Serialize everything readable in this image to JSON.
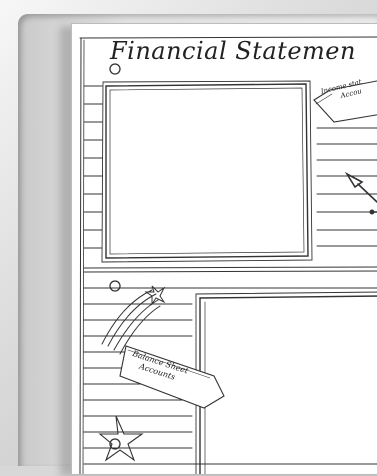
{
  "worksheet": {
    "title": "Financial Statemen",
    "income_tag": {
      "line1": "Income stat",
      "line2": "Accou"
    },
    "balance_tag": {
      "line1": "Balance Sheet",
      "line2": "Accounts"
    }
  },
  "colors": {
    "ink": "#222222",
    "paper": "#ffffff",
    "frame": "#d8d8d8"
  }
}
